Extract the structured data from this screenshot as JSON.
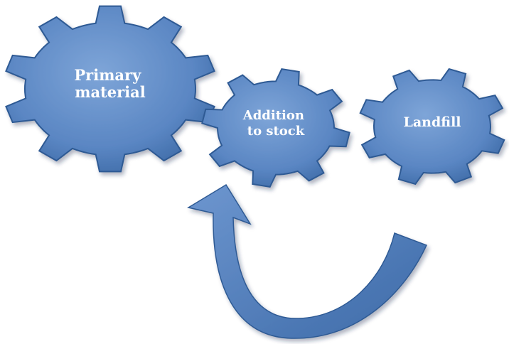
{
  "diagram": {
    "gears": [
      {
        "id": "primary-material",
        "lines": [
          "Primary",
          "material"
        ]
      },
      {
        "id": "addition-to-stock",
        "lines": [
          "Addition",
          "to stock"
        ]
      },
      {
        "id": "landfill",
        "lines": [
          "Landfill"
        ]
      }
    ],
    "colors": {
      "gear_fill": "#5a86c3",
      "gear_light": "#7ea5d8",
      "gear_dark": "#2e5a94",
      "arrow_fill": "#4a78b8",
      "label": "#ffffff"
    }
  }
}
